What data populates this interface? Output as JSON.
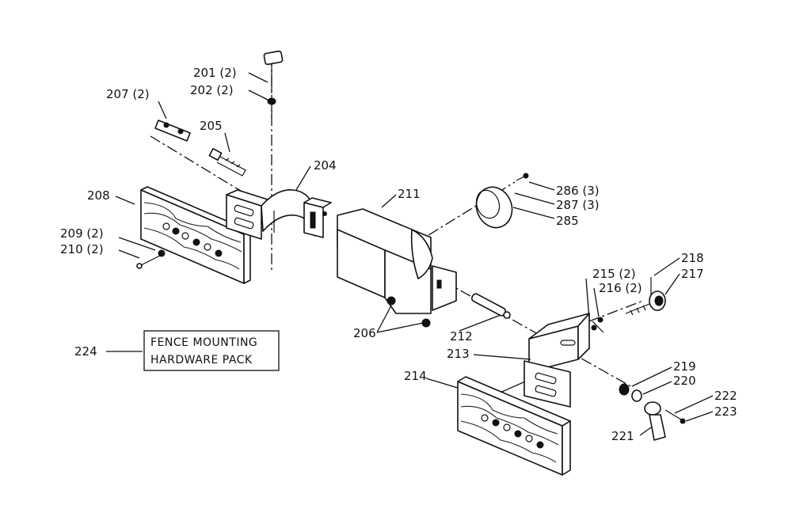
{
  "callouts": {
    "c201": "201 (2)",
    "c202": "202 (2)",
    "c204": "204",
    "c205": "205",
    "c207": "207 (2)",
    "c208": "208",
    "c209": "209 (2)",
    "c210": "210 (2)",
    "c206": "206",
    "c211": "211",
    "c212": "212",
    "c213": "213",
    "c214": "214",
    "c215": "215 (2)",
    "c216": "216 (2)",
    "c217": "217",
    "c218": "218",
    "c219": "219",
    "c220": "220",
    "c221": "221",
    "c222": "222",
    "c223": "223",
    "c224": "224",
    "c285": "285",
    "c286": "286 (3)",
    "c287": "287 (3)"
  },
  "hardware_pack": {
    "line1": "FENCE MOUNTING",
    "line2": "HARDWARE PACK"
  }
}
